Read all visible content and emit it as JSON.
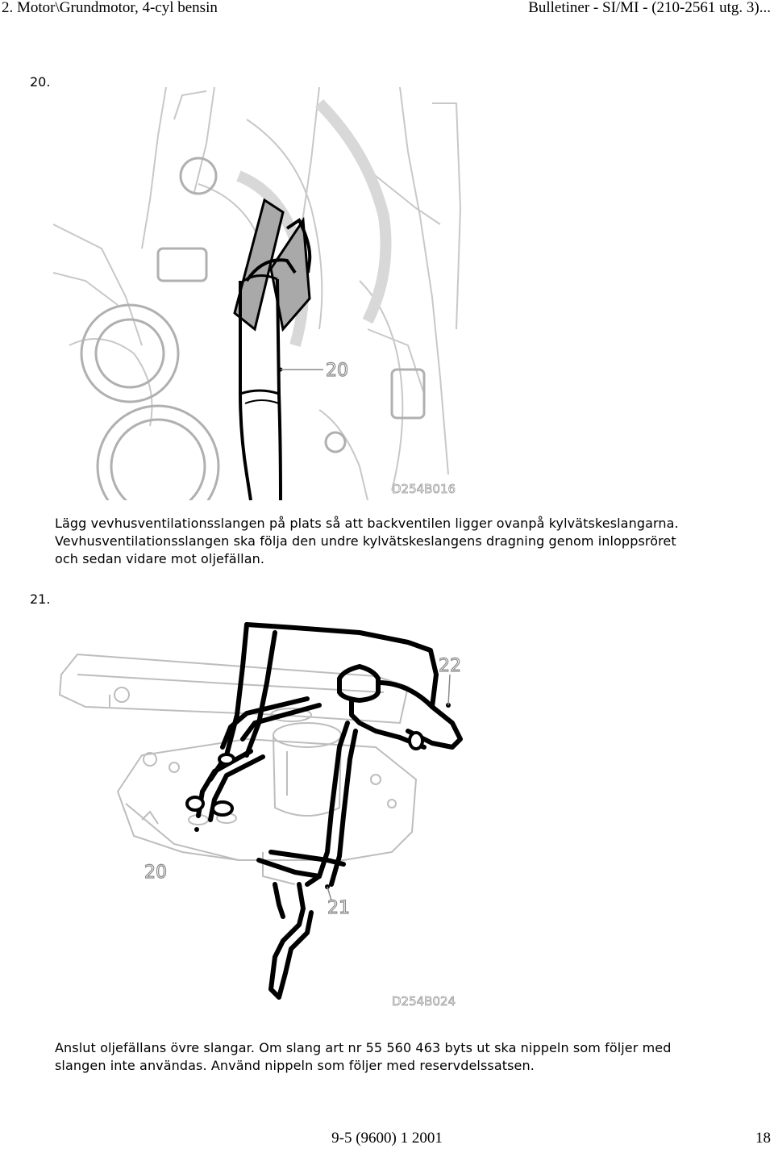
{
  "header": {
    "left": "2. Motor\\Grundmotor, 4-cyl bensin",
    "right": "Bulletiner - SI/MI - (210-2561 utg. 3)..."
  },
  "steps": [
    {
      "number": "20.",
      "figure": {
        "callouts": [
          "20"
        ],
        "code": "D254B016"
      },
      "text": [
        "Lägg vevhusventilationsslangen på plats så att backventilen ligger ovanpå kylvätskeslangarna.",
        "Vevhusventilationsslangen ska följa den undre kylvätskeslangens dragning genom inloppsröret",
        "och sedan vidare mot oljefällan."
      ]
    },
    {
      "number": "21.",
      "figure": {
        "callouts": [
          "22",
          "20",
          "21"
        ],
        "code": "D254B024"
      },
      "text": [
        "Anslut oljefällans övre slangar. Om slang art nr 55 560 463 byts ut ska nippeln som följer med",
        "slangen inte användas. Använd nippeln som följer med reservdelssatsen."
      ]
    }
  ],
  "footer": {
    "center": "9-5 (9600) 1 2001",
    "right": "18"
  }
}
